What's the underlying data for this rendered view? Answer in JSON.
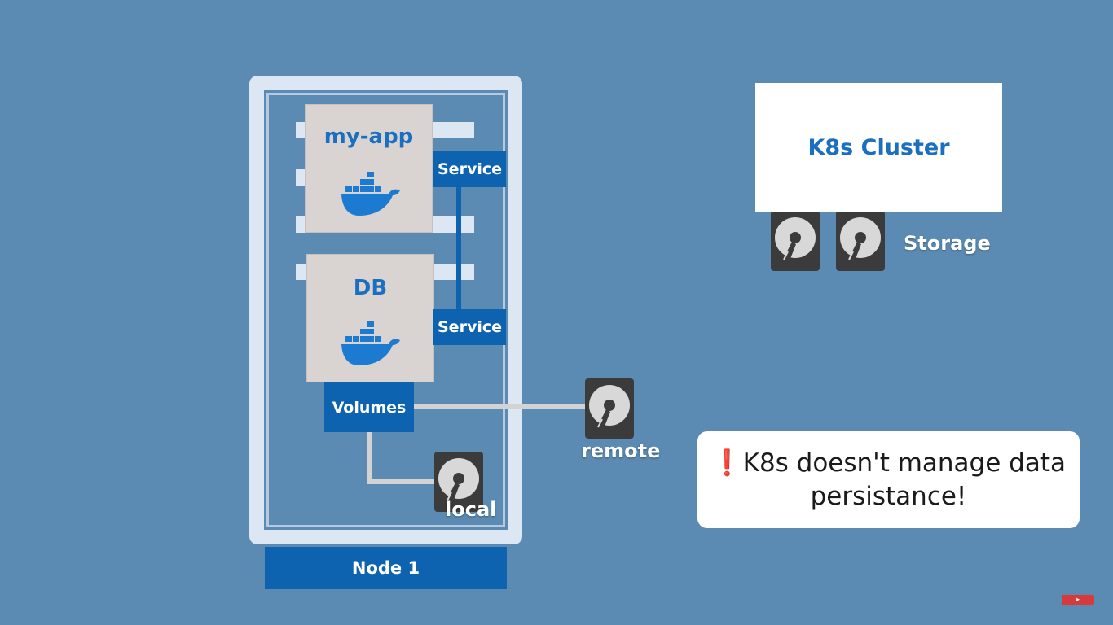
{
  "node": {
    "label": "Node 1"
  },
  "pods": {
    "app": {
      "title": "my-app"
    },
    "db": {
      "title": "DB"
    }
  },
  "services": {
    "app_label": "Service",
    "db_label": "Service"
  },
  "volumes": {
    "label": "Volumes"
  },
  "storage": {
    "local_label": "local",
    "remote_label": "remote",
    "cluster_storage_label": "Storage"
  },
  "cluster": {
    "title": "K8s Cluster"
  },
  "note": {
    "icon": "exclamation-icon",
    "line1": "K8s doesn't manage data",
    "line2": "persistance!"
  },
  "colors": {
    "background": "#5b8bb3",
    "accent_blue": "#0d63b0",
    "title_blue": "#1c6fbf",
    "pod_gray": "#d9d3d2",
    "disk_gray": "#3b3b3b",
    "warning_red": "#e01e1e"
  }
}
